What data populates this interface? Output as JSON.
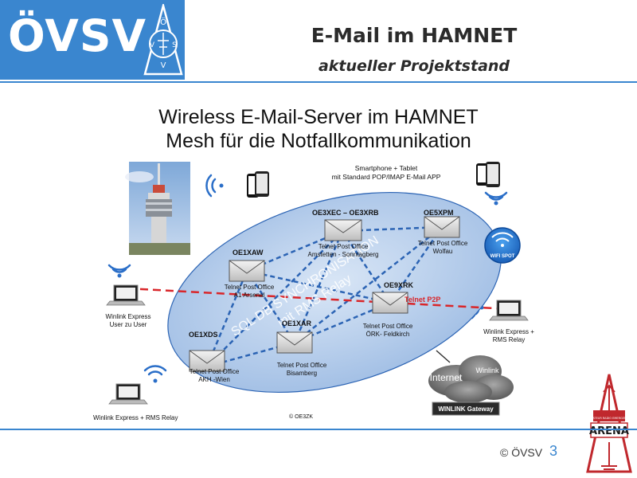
{
  "header": {
    "logo_text": "ÖVSV",
    "title": "E-Mail im HAMNET",
    "subtitle": "aktueller Projektstand"
  },
  "slide": {
    "title_line1": "Wireless E-Mail-Server im HAMNET",
    "title_line2": "Mesh für die Notfallkommunikation"
  },
  "diagram": {
    "smartphone_text_line1": "Smartphone + Tablet",
    "smartphone_text_line2": "mit Standard POP/IMAP E-Mail APP",
    "nodes": {
      "oe3xec": {
        "call": "OE3XEC – OE3XRB",
        "line1": "Telnet Post Office",
        "line2": "Amstetten - Sonntagberg"
      },
      "oe5xpm": {
        "call": "OE5XPM",
        "line1": "Telnet Post Office",
        "line2": "Wolfau"
      },
      "oe1xaw": {
        "call": "OE1XAW",
        "line1": "Telnet Post Office",
        "line2": "A1 Arsenal"
      },
      "oe9xrk": {
        "call": "OE9XRK",
        "line1": "Telnet Post Office",
        "line2": "ÖRK- Feldkirch"
      },
      "oe1xar": {
        "call": "OE1XAR",
        "line1": "Telnet Post Office",
        "line2": "Bisamberg"
      },
      "oe1xds": {
        "call": "OE1XDS",
        "line1": "Telnet Post Office",
        "line2": "AKH -Wien"
      }
    },
    "sync_text_line1": "SQL DB SYNCHRONISATION",
    "sync_text_line2": "mit RMS Relay",
    "telnet_p2p": "Telnet P2P",
    "wifi_spot": "WIFI SPOT",
    "winlink_left_line1": "Winlink Express",
    "winlink_left_line2": "User zu User",
    "winlink_right_line1": "Winlink Express +",
    "winlink_right_line2": "RMS Relay",
    "winlink_bottom": "Winlink Express + RMS Relay",
    "internet": "Internet",
    "winlink_cloud": "Winlink",
    "gateway": "WINLINK Gateway",
    "credit": "© OE3ZK",
    "arena_text": "ARENA"
  },
  "footer": {
    "copyright": "© ÖVSV",
    "page": "3"
  },
  "colors": {
    "brand_blue": "#3a86cf",
    "mesh_fill": "#b7cdea",
    "dashed_blue": "#2c64b4",
    "telnet_red": "#d9262a",
    "arena_red": "#c0282d"
  }
}
